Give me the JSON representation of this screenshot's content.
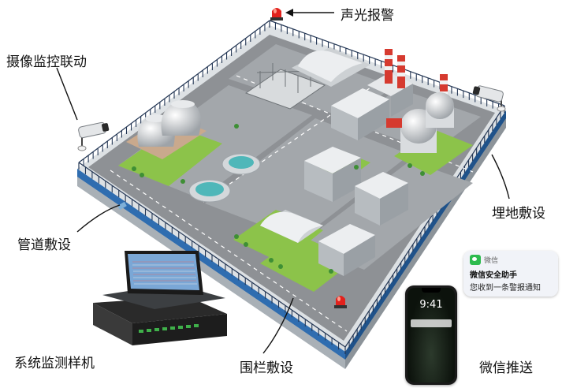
{
  "labels": {
    "alarm": "声光报警",
    "camera": "摄像监控联动",
    "buried": "埋地敷设",
    "pipe": "管道敷设",
    "host": "系统监测样机",
    "fence": "围栏敷设",
    "wechat_push": "微信推送"
  },
  "notification": {
    "app": "微信",
    "title": "微信安全助手",
    "message": "您收到一条警报通知"
  },
  "phone": {
    "time": "9:41"
  },
  "colors": {
    "ground": "#8e9195",
    "border_blue": "#2f6db0",
    "grass": "#8cc34a",
    "alarm_red": "#e2211c",
    "wechat_green": "#2dbb4e"
  }
}
